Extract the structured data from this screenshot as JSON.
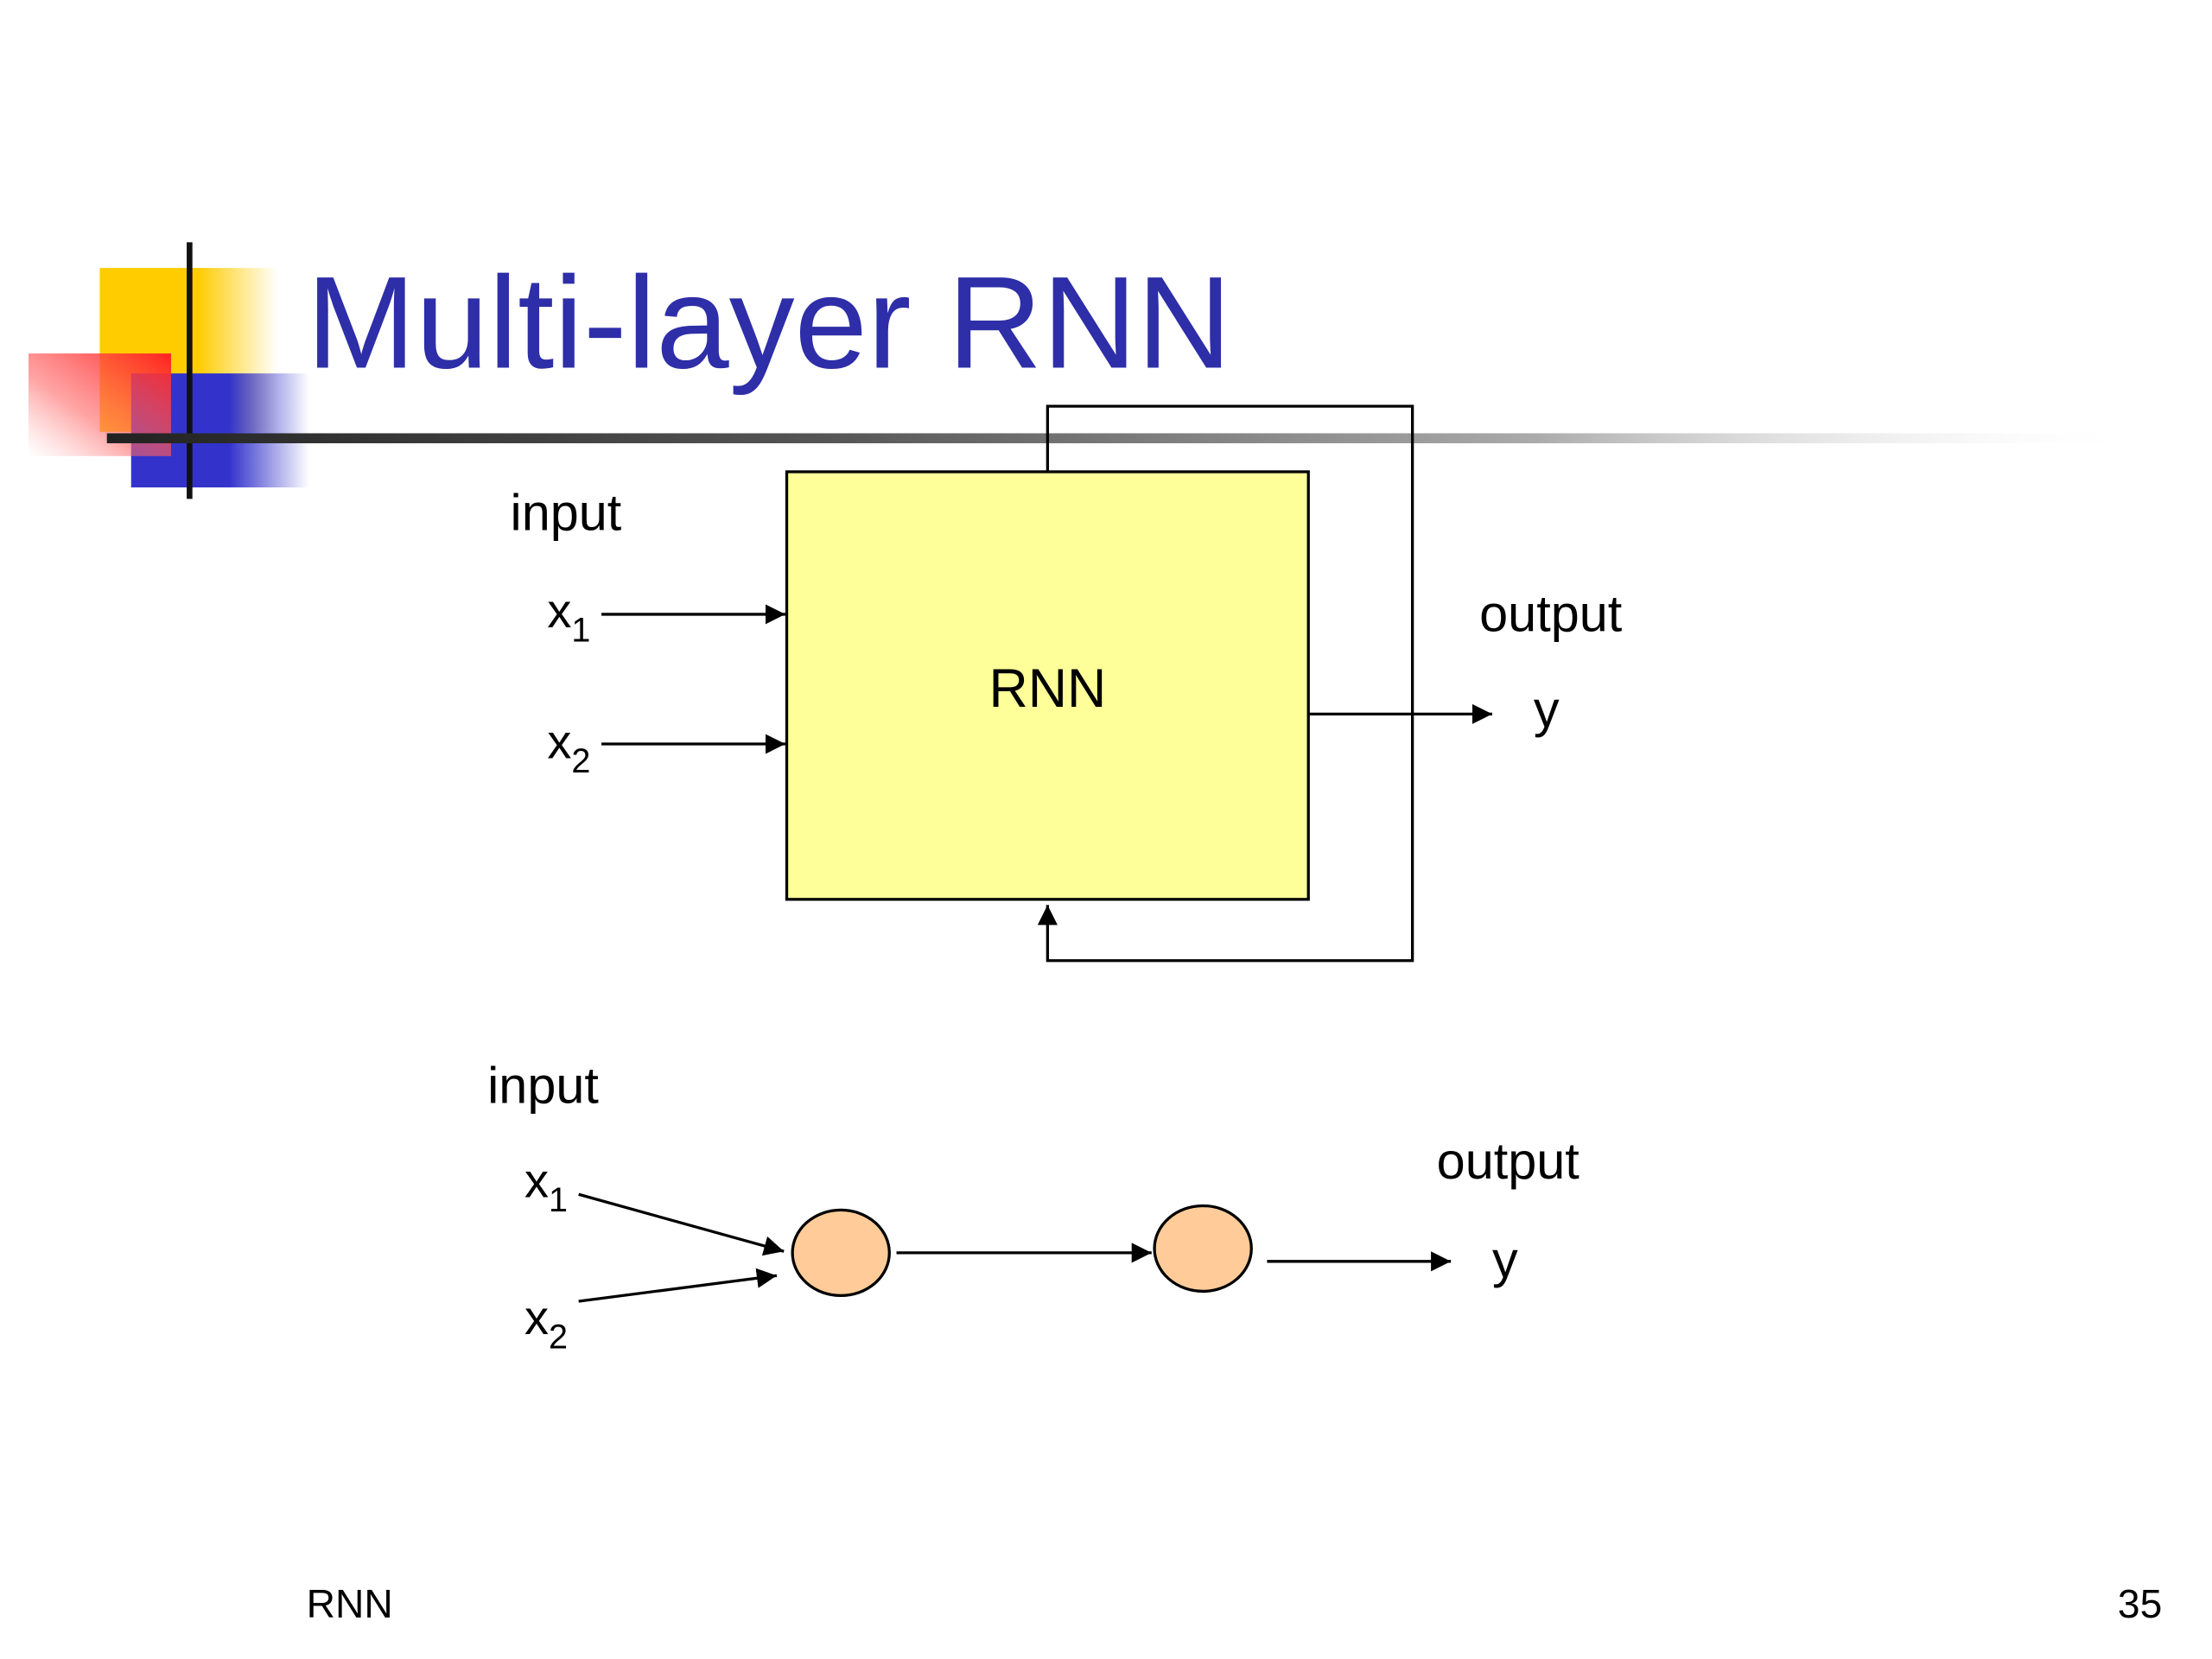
{
  "slide": {
    "title": "Multi-layer RNN",
    "footer_left": "RNN",
    "page_number": "35"
  },
  "colors": {
    "title": "#2e2ea8",
    "deco_yellow": "#ffcc00",
    "deco_red": "#ff3333",
    "deco_blue": "#3333cc",
    "box_fill": "#ffff99",
    "node_fill": "#ffcc99",
    "line": "#000000"
  },
  "diagram_top": {
    "input_label": "input",
    "x1": "x",
    "x1_sub": "1",
    "x2": "x",
    "x2_sub": "2",
    "box_label": "RNN",
    "output_label": "output",
    "y": "y"
  },
  "diagram_bottom": {
    "input_label": "input",
    "x1": "x",
    "x1_sub": "1",
    "x2": "x",
    "x2_sub": "2",
    "output_label": "output",
    "y": "y"
  }
}
